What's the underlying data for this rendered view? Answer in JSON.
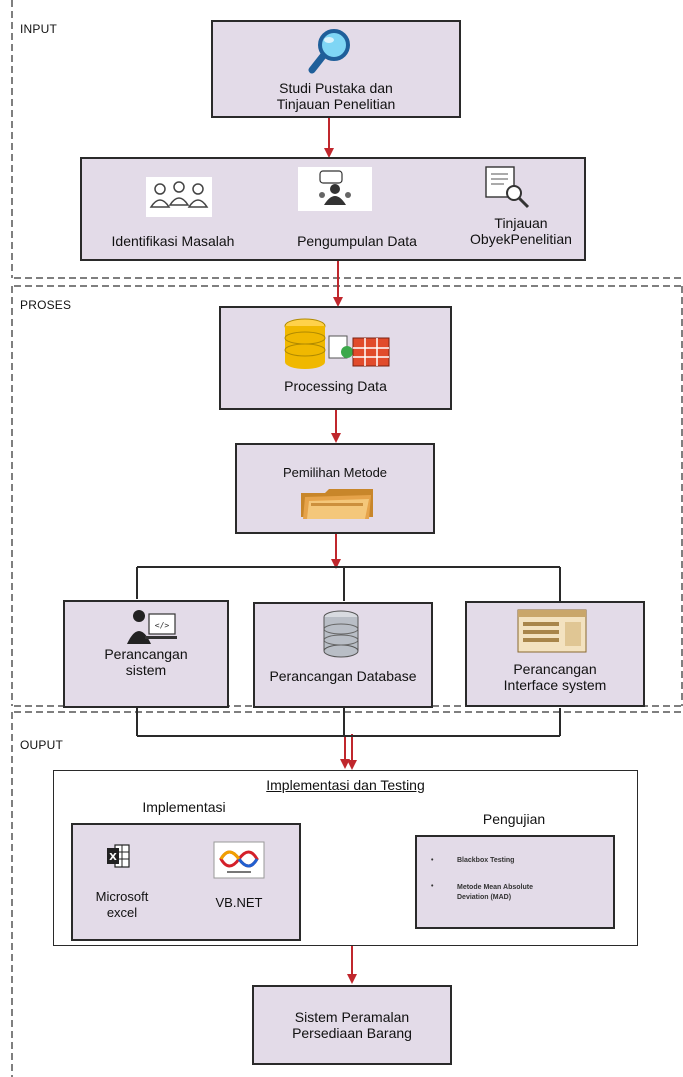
{
  "sections": {
    "input": "INPUT",
    "process": "PROSES",
    "output": "OUPUT"
  },
  "nodes": {
    "studi": "Studi Pustaka dan\nTinjauan Penelitian",
    "identifikasi": "Identifikasi Masalah",
    "pengumpulan": "Pengumpulan Data",
    "tinjauan": "Tinjauan\nObyekPenelitian",
    "processing": "Processing Data",
    "pemilihan": "Pemilihan Metode",
    "perancangan_sistem": "Perancangan\nsistem",
    "perancangan_database": "Perancangan Database",
    "perancangan_interface": "Perancangan\nInterface system",
    "implementasi_testing": "Implementasi dan Testing",
    "implementasi": "Implementasi",
    "microsoft_excel": "Microsoft\nexcel",
    "vbnet": "VB.NET",
    "pengujian": "Pengujian",
    "blackbox": "Blackbox Testing",
    "mad": "Metode Mean Absolute\nDeviation (MAD)",
    "output": "Sistem Peramalan\nPersediaan Barang"
  },
  "colors": {
    "box_fill": "#e3dbe8",
    "arrow": "#c0272d",
    "dashed": "#555555"
  }
}
